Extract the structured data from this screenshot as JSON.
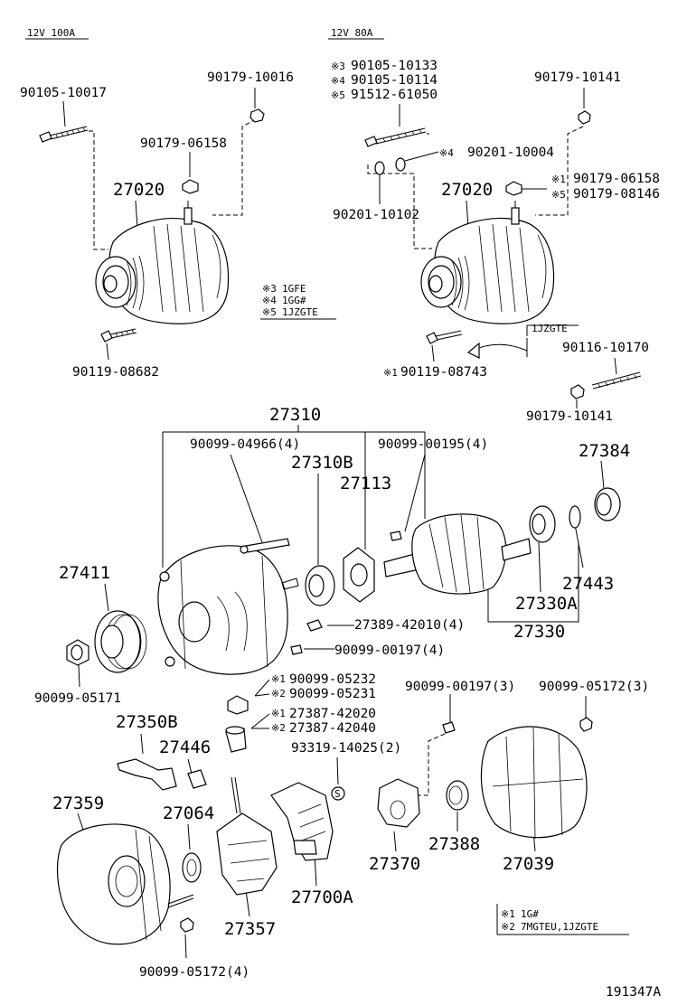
{
  "headers": {
    "left_variant": "12V 100A",
    "right_variant": "12V 80A"
  },
  "labels": {
    "l_90105_10017": "90105-10017",
    "l_90179_10016": "90179-10016",
    "l_90179_06158_a": "90179-06158",
    "l_27020_a": "27020",
    "l_90119_08682": "90119-08682",
    "r_note3_pn": "90105-10133",
    "r_note4_pn": "90105-10114",
    "r_note5_pn": "91512-61050",
    "r_90179_10141_a": "90179-10141",
    "r_90201_10004": "90201-10004",
    "r_90179_06158": "90179-06158",
    "r_90179_08146": "90179-08146",
    "r_27020_b": "27020",
    "r_90201_10102": "90201-10102",
    "r_1jzgte": "1JZGTE",
    "r_90116_10170": "90116-10170",
    "r_90119_08743": "90119-08743",
    "r_90179_10141_b": "90179-10141",
    "p_27310": "27310",
    "p_90099_04966": "90099-04966(4)",
    "p_90099_00195": "90099-00195(4)",
    "p_27384": "27384",
    "p_27310B": "27310B",
    "p_27113": "27113",
    "p_27411": "27411",
    "p_27443": "27443",
    "p_27330A": "27330A",
    "p_27389": "27389-42010(4)",
    "p_27330": "27330",
    "p_90099_00197_4": "90099-00197(4)",
    "p_90099_05171": "90099-05171",
    "p_90099_05232": "90099-05232",
    "p_90099_05231": "90099-05231",
    "p_90099_00197_3": "90099-00197(3)",
    "p_90099_05172_3": "90099-05172(3)",
    "p_27387_42020": "27387-42020",
    "p_27387_42040": "27387-42040",
    "p_27350B": "27350B",
    "p_27446": "27446",
    "p_93319": "93319-14025(2)",
    "p_27359": "27359",
    "p_27064": "27064",
    "p_27370": "27370",
    "p_27388": "27388",
    "p_27039": "27039",
    "p_27700A": "27700A",
    "p_27357": "27357",
    "p_90099_05172_4": "90099-05172(4)",
    "s_symbol": "S",
    "diagram_id": "191347A"
  },
  "notes_left": [
    {
      "mark": "※3",
      "text": "1GFE"
    },
    {
      "mark": "※4",
      "text": "1GG#"
    },
    {
      "mark": "※5",
      "text": "1JZGTE"
    }
  ],
  "notes_bottom": [
    {
      "mark": "※1",
      "text": "1G#"
    },
    {
      "mark": "※2",
      "text": "7MGTEU,1JZGTE"
    }
  ],
  "marks": {
    "m3": "※3",
    "m4": "※4",
    "m5": "※5",
    "m1": "※1",
    "m2": "※2"
  }
}
